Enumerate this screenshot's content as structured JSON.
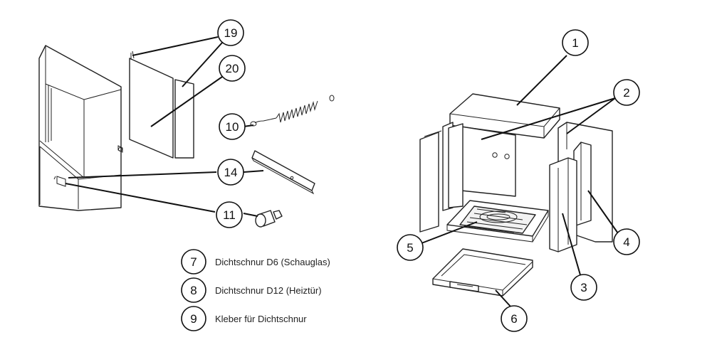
{
  "callouts": {
    "c1": "1",
    "c2": "2",
    "c3": "3",
    "c4": "4",
    "c5": "5",
    "c6": "6",
    "c10": "10",
    "c11": "11",
    "c14": "14",
    "c19": "19",
    "c20": "20"
  },
  "legend": [
    {
      "number": "7",
      "text": "Dichtschnur D6 (Schauglas)"
    },
    {
      "number": "8",
      "text": "Dichtschnur D12 (Heiztür)"
    },
    {
      "number": "9",
      "text": "Kleber für Dichtschnur"
    }
  ]
}
